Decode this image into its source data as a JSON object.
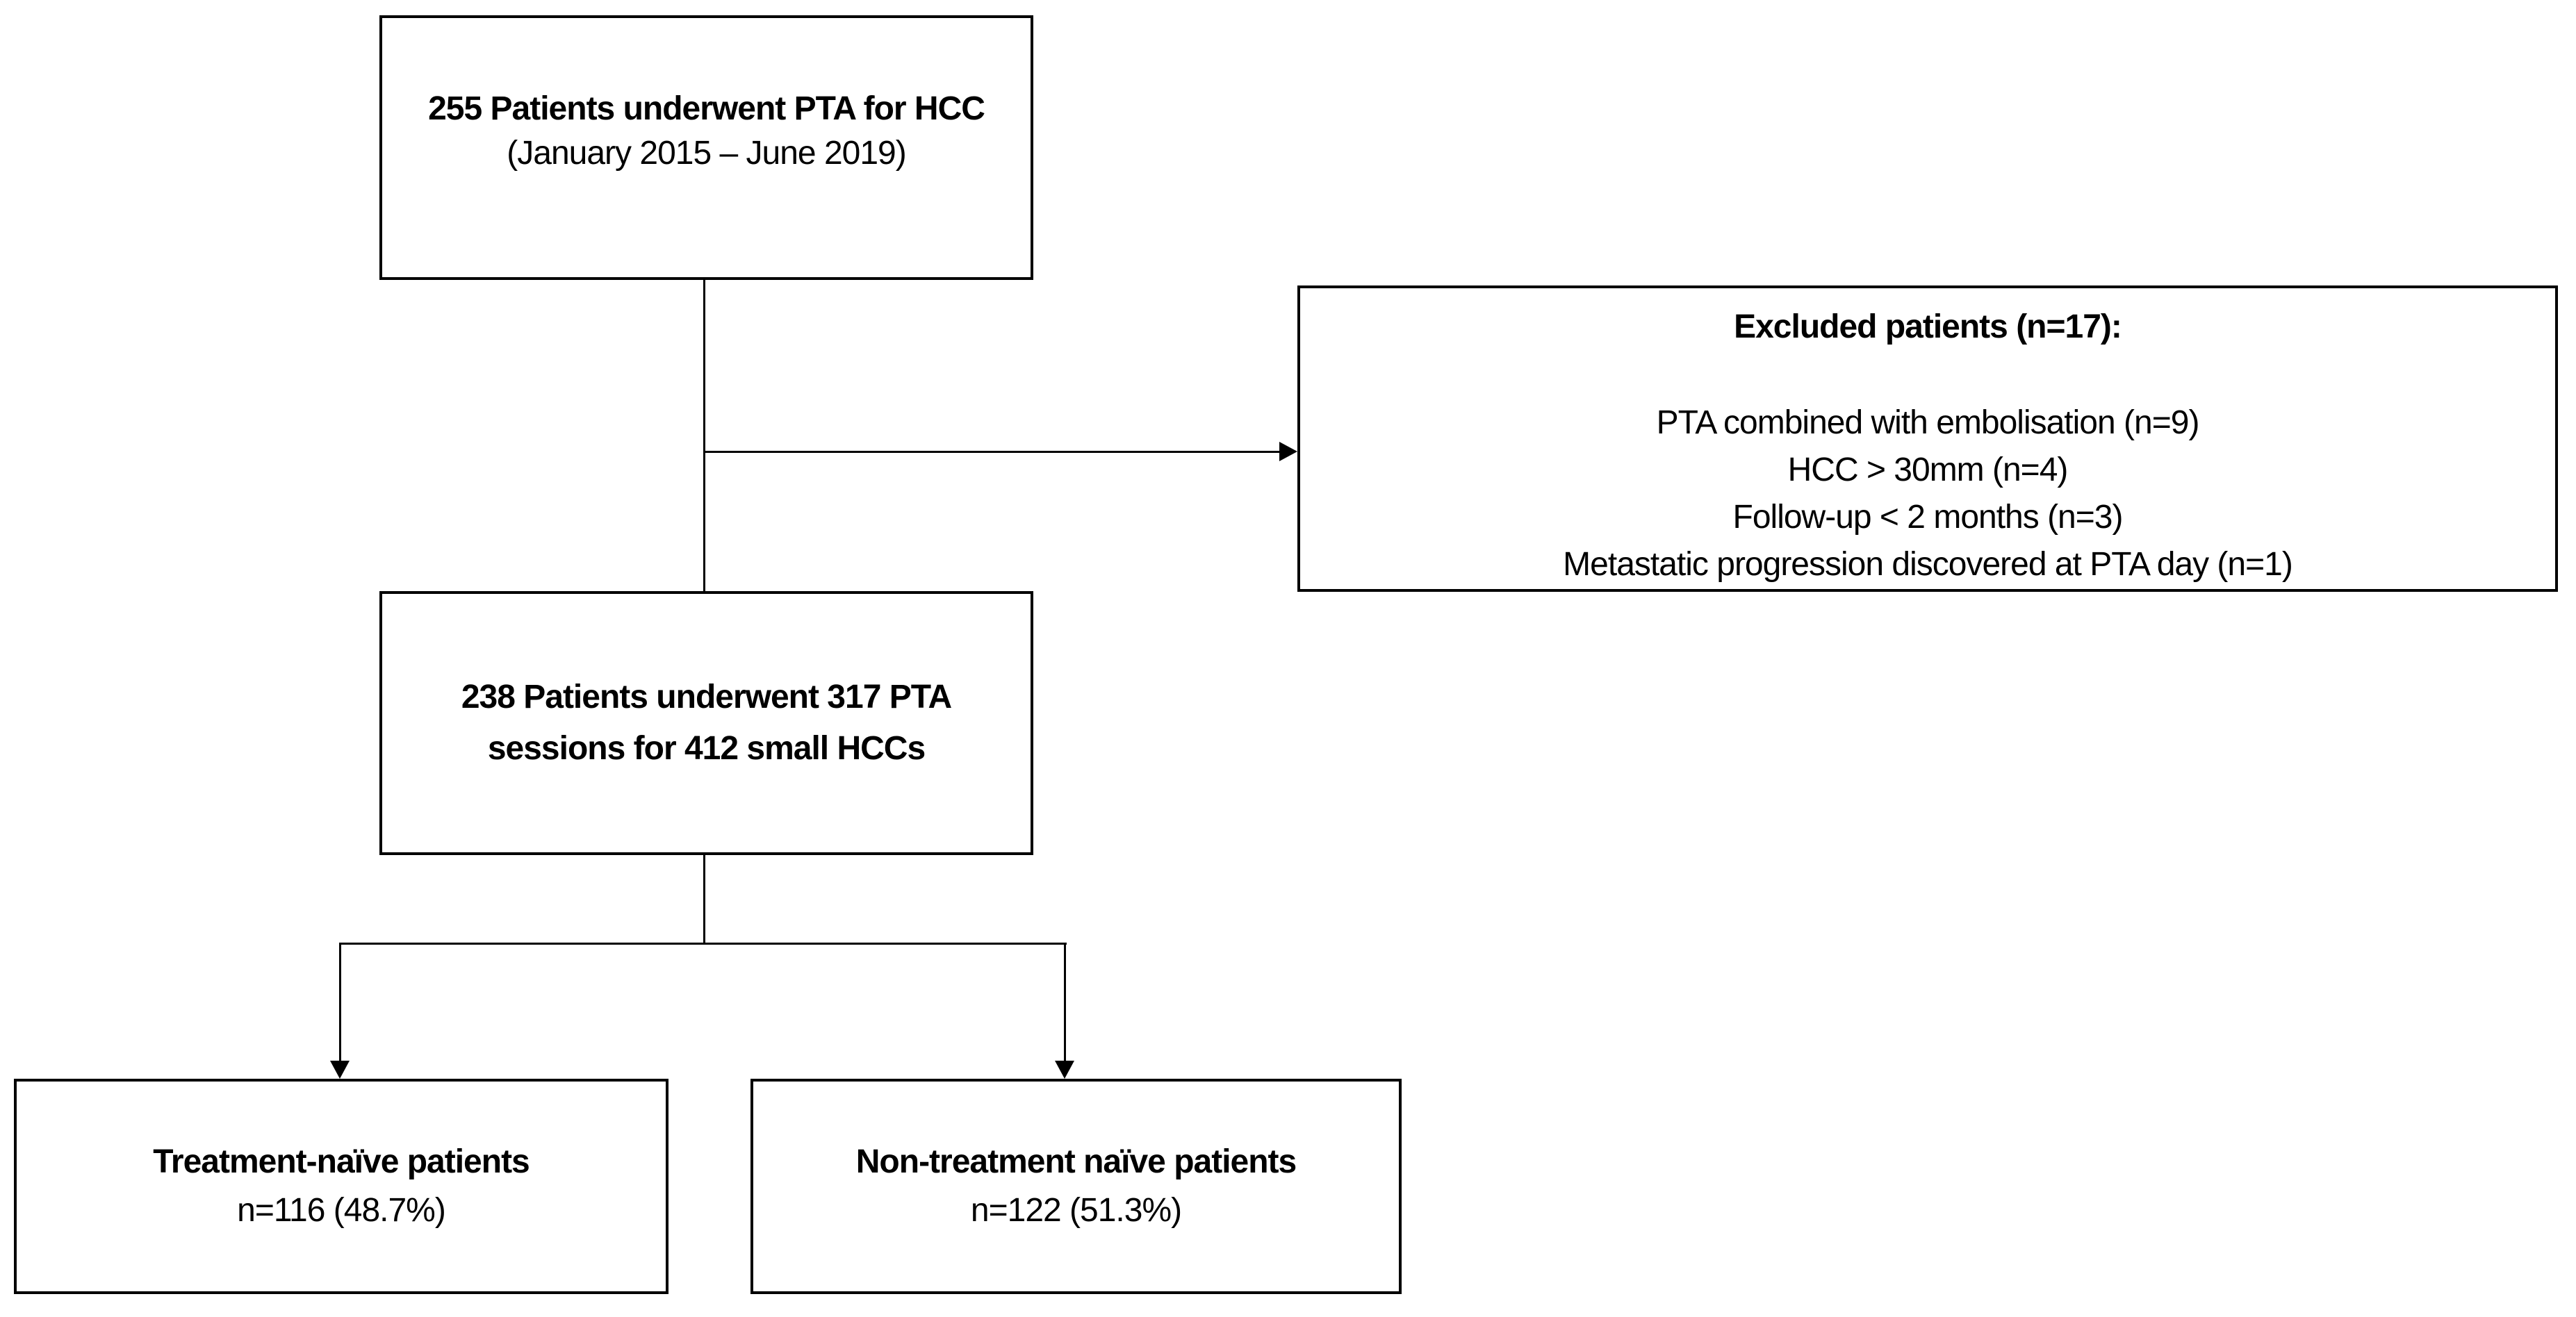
{
  "colors": {
    "background": "#ffffff",
    "border": "#000000",
    "text": "#000000",
    "line": "#000000"
  },
  "boxes": {
    "top": {
      "line1": "255 Patients underwent PTA for HCC",
      "line2": "(January 2015 – June 2019)"
    },
    "excluded": {
      "title": "Excluded patients (n=17):",
      "items": [
        "PTA combined with embolisation (n=9)",
        "HCC > 30mm (n=4)",
        "Follow-up < 2 months (n=3)",
        "Metastatic progression discovered at PTA day (n=1)"
      ]
    },
    "middle": {
      "line1": "238 Patients underwent 317 PTA",
      "line2": "sessions for 412 small HCCs"
    },
    "bottom_left": {
      "line1": "Treatment-naïve patients",
      "line2": "n=116 (48.7%)"
    },
    "bottom_right": {
      "line1": "Non-treatment naïve patients",
      "line2": "n=122 (51.3%)"
    }
  }
}
